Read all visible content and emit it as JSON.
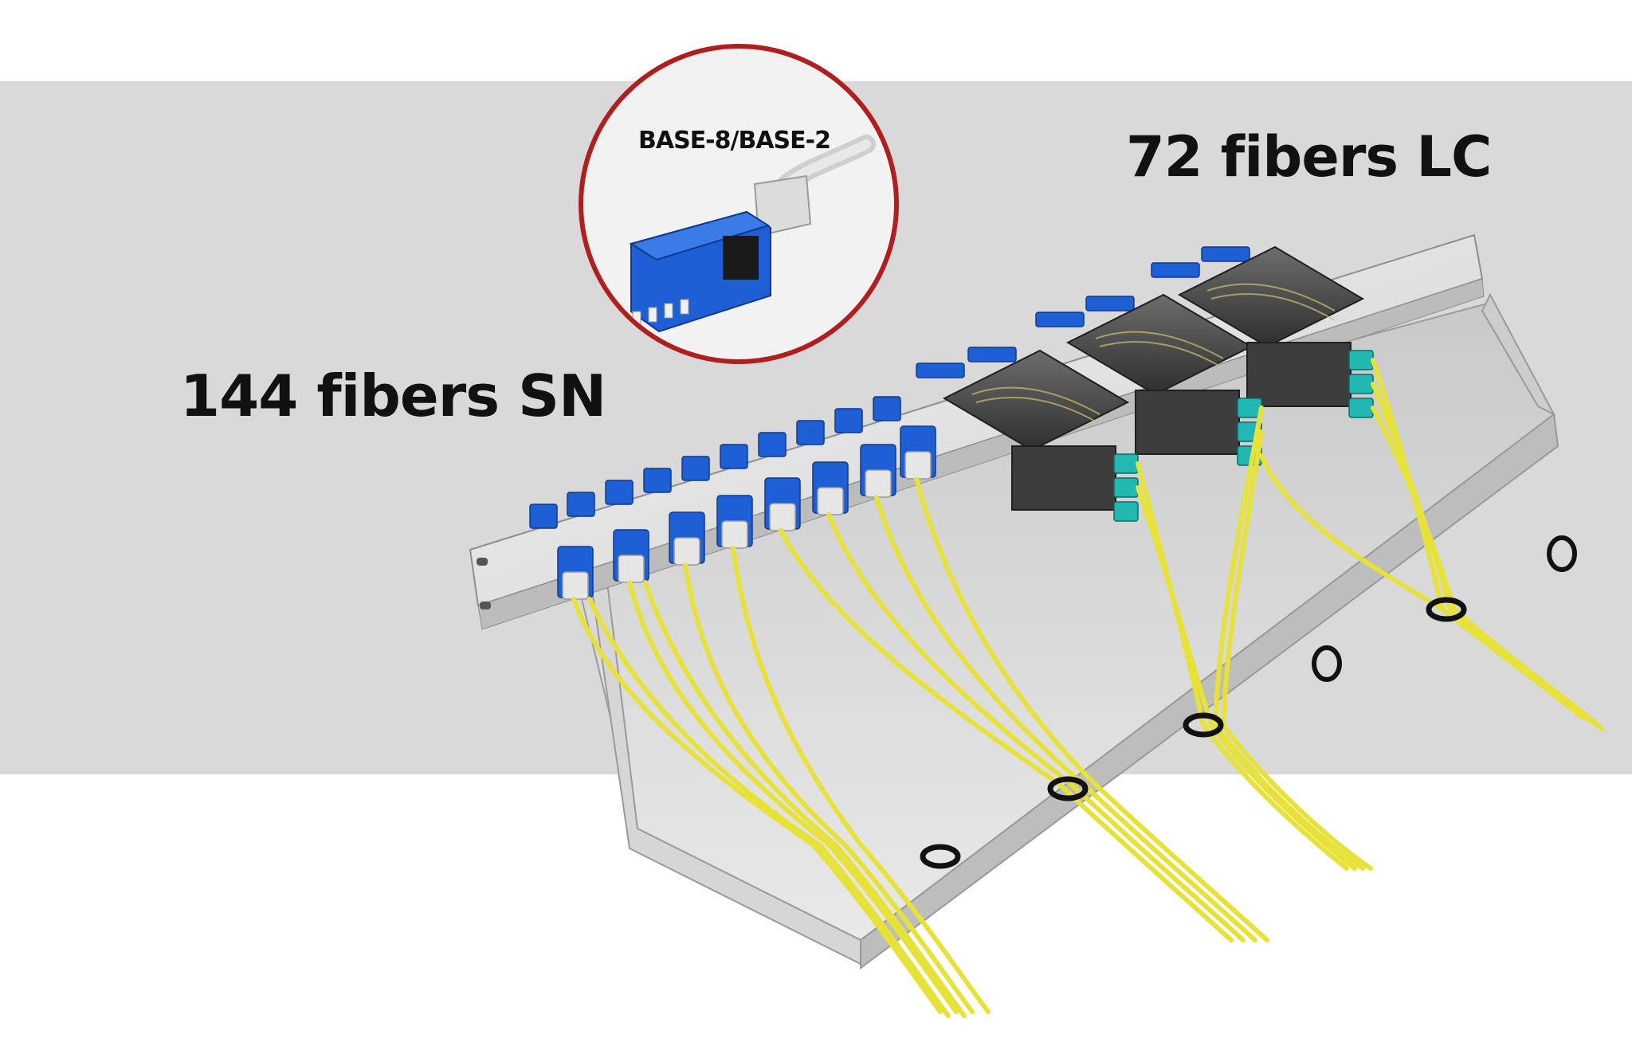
{
  "labels": {
    "sn": "144 fibers SN",
    "lc": "72 fibers LC",
    "inset": "BASE-8/BASE-2"
  },
  "colors": {
    "band": "#d9d9d9",
    "panel": "#e7e7e7",
    "fiber": "#e6e23a",
    "adapter_blue": "#1f5fd6",
    "mpo_aqua": "#22b7b0",
    "cassette": "#3c3c3c",
    "inset_ring": "#b01e1e"
  },
  "icons": {
    "inset": "sn-connector-icon"
  }
}
